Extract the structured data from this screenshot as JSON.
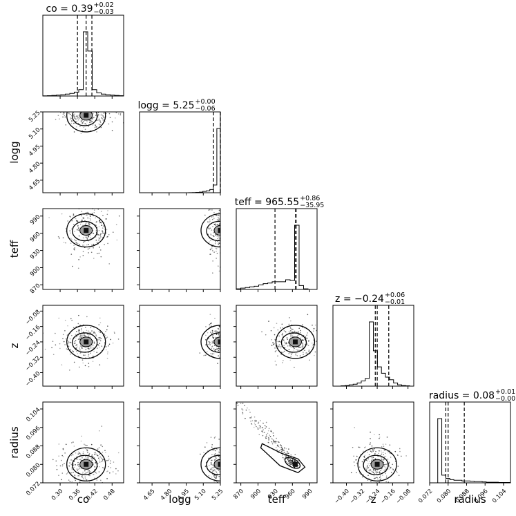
{
  "chart_data": {
    "type": "corner",
    "parameters": [
      {
        "name": "co",
        "label": "co",
        "median": "0.39",
        "plus": "+0.02",
        "minus": "−0.03",
        "range": [
          0.24,
          0.52
        ],
        "ticks": [
          "0.30",
          "0.36",
          "0.42",
          "0.48"
        ],
        "quantiles": [
          0.36,
          0.39,
          0.41
        ],
        "hist": [
          0.3,
          0.5,
          1,
          1.5,
          2,
          3,
          4,
          6,
          10,
          100,
          70,
          10,
          5,
          3,
          2,
          1.5,
          1,
          0.5
        ]
      },
      {
        "name": "logg",
        "label": "logg",
        "median": "5.25",
        "plus": "+0.00",
        "minus": "−0.06",
        "range": [
          4.54,
          5.25
        ],
        "ticks": [
          "4.65",
          "4.80",
          "4.95",
          "5.10",
          "5.25"
        ],
        "quantiles": [
          5.19,
          5.25,
          5.25
        ],
        "hist": [
          0,
          0,
          0,
          0,
          0,
          0,
          0,
          0,
          0,
          0,
          0,
          0,
          0,
          0,
          0.2,
          0.3,
          0.5,
          1,
          2,
          3,
          5,
          12,
          100
        ]
      },
      {
        "name": "teff",
        "label": "teff",
        "median": "965.55",
        "plus": "+0.86",
        "minus": "−35.95",
        "range": [
          862,
          1003
        ],
        "ticks": [
          "870",
          "900",
          "930",
          "960",
          "990"
        ],
        "quantiles": [
          929.6,
          965.55,
          966.41
        ],
        "hist": [
          1,
          2,
          3,
          4,
          5,
          7,
          9,
          10,
          12,
          12,
          12,
          15,
          14,
          100,
          6,
          1,
          0,
          0
        ]
      },
      {
        "name": "z",
        "label": "z",
        "median": "−0.24",
        "plus": "+0.06",
        "minus": "−0.01",
        "range": [
          -0.47,
          -0.05
        ],
        "ticks": [
          "−0.40",
          "−0.32",
          "−0.24",
          "−0.16",
          "−0.08"
        ],
        "quantiles": [
          -0.25,
          -0.24,
          -0.18
        ],
        "hist": [
          0,
          0,
          0.5,
          1,
          2,
          3,
          5,
          8,
          12,
          100,
          55,
          30,
          20,
          14,
          10,
          5,
          2,
          1,
          0.5,
          0
        ]
      },
      {
        "name": "radius",
        "label": "radius",
        "median": "0.08",
        "plus": "+0.01",
        "minus": "−0.00",
        "range": [
          0.072,
          0.107
        ],
        "ticks": [
          "0.072",
          "0.080",
          "0.088",
          "0.096",
          "0.104"
        ],
        "quantiles": [
          0.079,
          0.08,
          0.087
        ],
        "hist": [
          0,
          0,
          100,
          12,
          7,
          5,
          4,
          4,
          3,
          3,
          2.5,
          2,
          2,
          1.5,
          1,
          1,
          1,
          0.5,
          0.5,
          0.5
        ]
      }
    ],
    "pairs": [
      {
        "x": "co",
        "y": "logg",
        "peak": [
          0.39,
          5.22
        ],
        "spread": [
          0.045,
          0.06
        ]
      },
      {
        "x": "co",
        "y": "teff",
        "peak": [
          0.39,
          965
        ],
        "spread": [
          0.045,
          22
        ]
      },
      {
        "x": "logg",
        "y": "teff",
        "peak": [
          5.25,
          965
        ],
        "spread": [
          0.06,
          22
        ]
      },
      {
        "x": "co",
        "y": "z",
        "peak": [
          0.39,
          -0.24
        ],
        "spread": [
          0.045,
          0.05
        ]
      },
      {
        "x": "logg",
        "y": "z",
        "peak": [
          5.25,
          -0.24
        ],
        "spread": [
          0.06,
          0.05
        ]
      },
      {
        "x": "teff",
        "y": "z",
        "peak": [
          965,
          -0.24
        ],
        "spread": [
          22,
          0.05
        ]
      },
      {
        "x": "co",
        "y": "radius",
        "peak": [
          0.39,
          0.08
        ],
        "spread": [
          0.045,
          0.005
        ]
      },
      {
        "x": "logg",
        "y": "radius",
        "peak": [
          5.25,
          0.08
        ],
        "spread": [
          0.06,
          0.005
        ]
      },
      {
        "x": "teff",
        "y": "radius",
        "peak": [
          965,
          0.08
        ],
        "spread": [
          22,
          0.004
        ],
        "correlated": true
      },
      {
        "x": "z",
        "y": "radius",
        "peak": [
          -0.24,
          0.08
        ],
        "spread": [
          0.05,
          0.005
        ]
      }
    ]
  }
}
